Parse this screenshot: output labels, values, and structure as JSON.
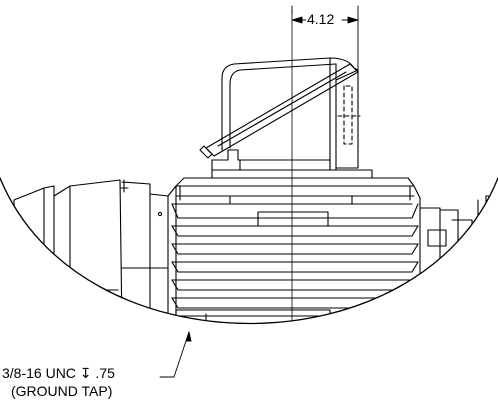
{
  "dimension": {
    "value": "4.12"
  },
  "callout": {
    "thread_spec": "3/8-16 UNC  ↧ .75",
    "purpose": "(GROUND TAP)"
  },
  "colors": {
    "line": "#000000",
    "background": "#ffffff"
  }
}
